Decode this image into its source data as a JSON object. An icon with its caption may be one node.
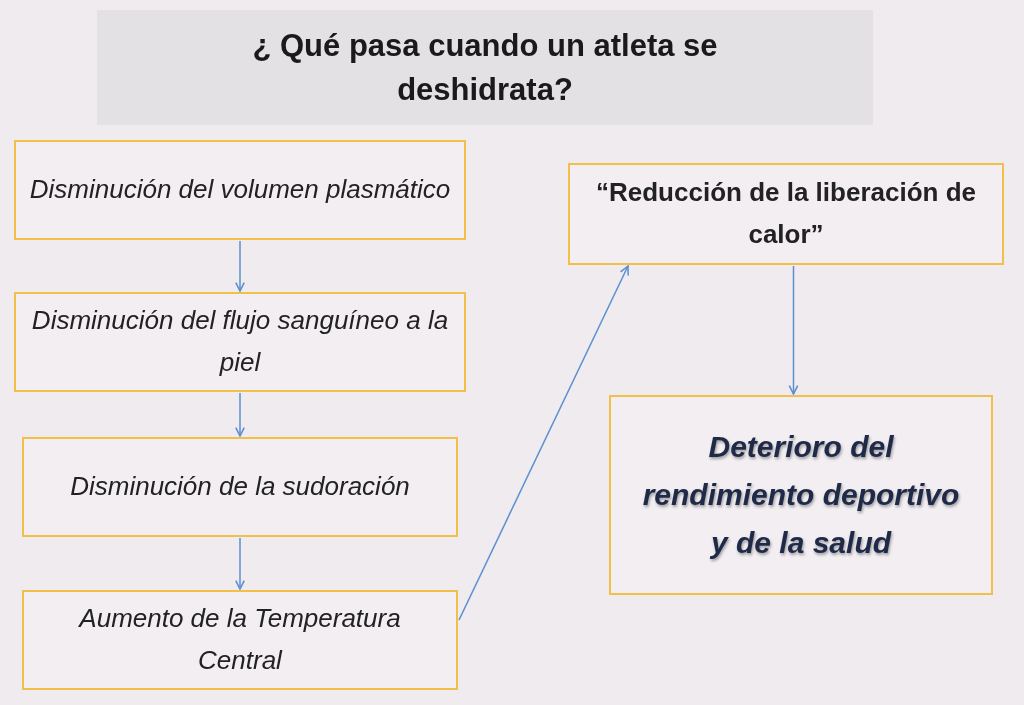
{
  "diagram": {
    "title": "¿ Qué pasa cuando un atleta se deshidrata?",
    "nodes": [
      {
        "text": [
          "Disminución del volumen plasmático"
        ]
      },
      {
        "text": [
          "Disminución del flujo sanguíneo a la piel"
        ]
      },
      {
        "text": [
          "Disminución de la sudoración"
        ]
      },
      {
        "text": [
          "Aumento de la Temperatura Central"
        ]
      },
      {
        "text": [
          "“Reducción de la liberación de calor”"
        ]
      },
      {
        "text": [
          "Deterioro del rendimiento deportivo y de la salud"
        ]
      }
    ],
    "edges": [
      {
        "from": 0,
        "to": 1,
        "arrow": "to"
      },
      {
        "from": 1,
        "to": 2,
        "arrow": "to"
      },
      {
        "from": 2,
        "to": 3,
        "arrow": "to"
      },
      {
        "from": 3,
        "to": 4,
        "arrow": "to"
      },
      {
        "from": 4,
        "to": 5,
        "arrow": "to"
      }
    ]
  }
}
